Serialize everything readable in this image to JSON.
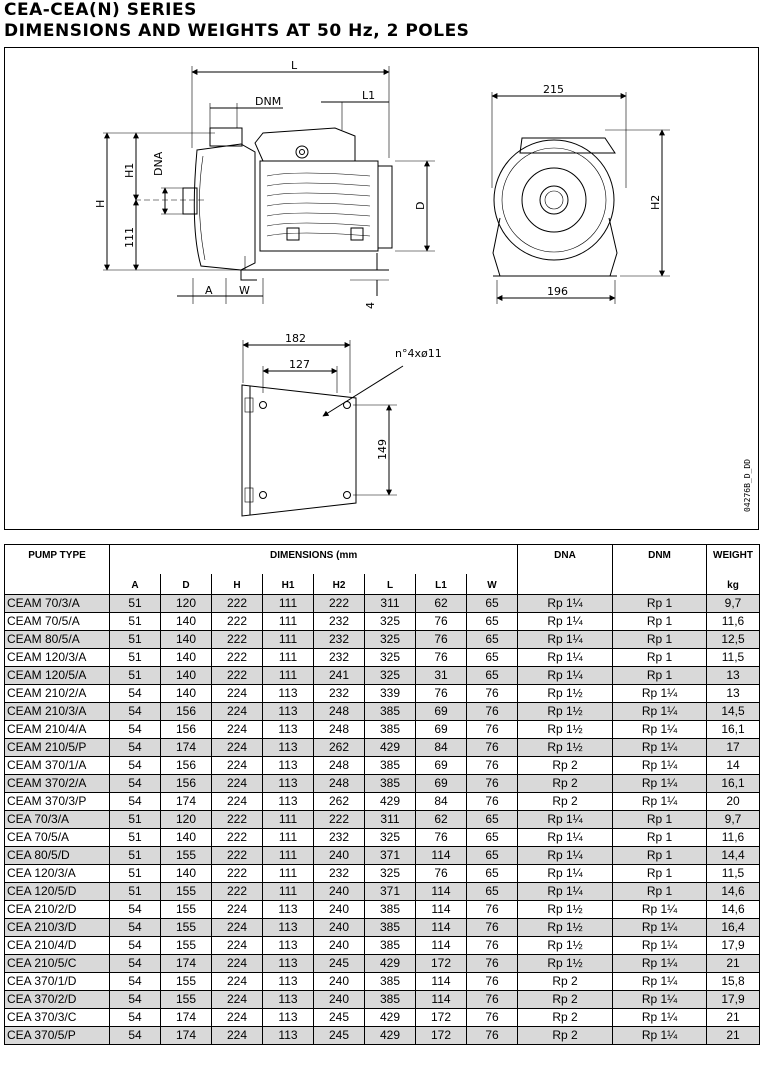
{
  "title": {
    "line1": "CEA-CEA(N)  SERIES",
    "line2": "DIMENSIONS AND WEIGHTS AT 50 Hz, 2 POLES"
  },
  "drawing": {
    "labels": {
      "L": "L",
      "DNM": "DNM",
      "L1": "L1",
      "DNA": "DNA",
      "H1": "H1",
      "H": "H",
      "n111": "111",
      "D": "D",
      "A": "A",
      "W": "W",
      "four": "4",
      "d215": "215",
      "H2": "H2",
      "d196": "196",
      "d182": "182",
      "d127": "127",
      "holes": "n°4xø11",
      "d149": "149"
    },
    "code": "04276B_D_DD"
  },
  "table": {
    "header_pump": "PUMP TYPE",
    "header_dims": "DIMENSIONS (mm",
    "header_dna": "DNA",
    "header_dnm": "DNM",
    "header_weight": "WEIGHT",
    "sub_headers": [
      "A",
      "D",
      "H",
      "H1",
      "H2",
      "L",
      "L1",
      "W"
    ],
    "weight_unit": "kg",
    "rows": [
      {
        "type": "CEAM 70/3/A",
        "A": "51",
        "D": "120",
        "H": "222",
        "H1": "111",
        "H2": "222",
        "L": "311",
        "L1": "62",
        "W": "65",
        "DNA": "Rp 1¼",
        "DNM": "Rp 1",
        "WT": "9,7"
      },
      {
        "type": "CEAM 70/5/A",
        "A": "51",
        "D": "140",
        "H": "222",
        "H1": "111",
        "H2": "232",
        "L": "325",
        "L1": "76",
        "W": "65",
        "DNA": "Rp 1¼",
        "DNM": "Rp 1",
        "WT": "11,6"
      },
      {
        "type": "CEAM 80/5/A",
        "A": "51",
        "D": "140",
        "H": "222",
        "H1": "111",
        "H2": "232",
        "L": "325",
        "L1": "76",
        "W": "65",
        "DNA": "Rp 1¼",
        "DNM": "Rp 1",
        "WT": "12,5"
      },
      {
        "type": "CEAM 120/3/A",
        "A": "51",
        "D": "140",
        "H": "222",
        "H1": "111",
        "H2": "232",
        "L": "325",
        "L1": "76",
        "W": "65",
        "DNA": "Rp 1¼",
        "DNM": "Rp 1",
        "WT": "11,5"
      },
      {
        "type": "CEAM 120/5/A",
        "A": "51",
        "D": "140",
        "H": "222",
        "H1": "111",
        "H2": "241",
        "L": "325",
        "L1": "31",
        "W": "65",
        "DNA": "Rp 1¼",
        "DNM": "Rp 1",
        "WT": "13"
      },
      {
        "type": "CEAM 210/2/A",
        "A": "54",
        "D": "140",
        "H": "224",
        "H1": "113",
        "H2": "232",
        "L": "339",
        "L1": "76",
        "W": "76",
        "DNA": "Rp 1½",
        "DNM": "Rp 1¼",
        "WT": "13"
      },
      {
        "type": "CEAM 210/3/A",
        "A": "54",
        "D": "156",
        "H": "224",
        "H1": "113",
        "H2": "248",
        "L": "385",
        "L1": "69",
        "W": "76",
        "DNA": "Rp 1½",
        "DNM": "Rp 1¼",
        "WT": "14,5"
      },
      {
        "type": "CEAM 210/4/A",
        "A": "54",
        "D": "156",
        "H": "224",
        "H1": "113",
        "H2": "248",
        "L": "385",
        "L1": "69",
        "W": "76",
        "DNA": "Rp 1½",
        "DNM": "Rp 1¼",
        "WT": "16,1"
      },
      {
        "type": "CEAM 210/5/P",
        "A": "54",
        "D": "174",
        "H": "224",
        "H1": "113",
        "H2": "262",
        "L": "429",
        "L1": "84",
        "W": "76",
        "DNA": "Rp 1½",
        "DNM": "Rp 1¼",
        "WT": "17"
      },
      {
        "type": "CEAM 370/1/A",
        "A": "54",
        "D": "156",
        "H": "224",
        "H1": "113",
        "H2": "248",
        "L": "385",
        "L1": "69",
        "W": "76",
        "DNA": "Rp 2",
        "DNM": "Rp 1¼",
        "WT": "14"
      },
      {
        "type": "CEAM 370/2/A",
        "A": "54",
        "D": "156",
        "H": "224",
        "H1": "113",
        "H2": "248",
        "L": "385",
        "L1": "69",
        "W": "76",
        "DNA": "Rp 2",
        "DNM": "Rp 1¼",
        "WT": "16,1"
      },
      {
        "type": "CEAM 370/3/P",
        "A": "54",
        "D": "174",
        "H": "224",
        "H1": "113",
        "H2": "262",
        "L": "429",
        "L1": "84",
        "W": "76",
        "DNA": "Rp 2",
        "DNM": "Rp 1¼",
        "WT": "20"
      },
      {
        "type": "CEA 70/3/A",
        "A": "51",
        "D": "120",
        "H": "222",
        "H1": "111",
        "H2": "222",
        "L": "311",
        "L1": "62",
        "W": "65",
        "DNA": "Rp 1¼",
        "DNM": "Rp 1",
        "WT": "9,7"
      },
      {
        "type": "CEA 70/5/A",
        "A": "51",
        "D": "140",
        "H": "222",
        "H1": "111",
        "H2": "232",
        "L": "325",
        "L1": "76",
        "W": "65",
        "DNA": "Rp 1¼",
        "DNM": "Rp 1",
        "WT": "11,6"
      },
      {
        "type": "CEA 80/5/D",
        "A": "51",
        "D": "155",
        "H": "222",
        "H1": "111",
        "H2": "240",
        "L": "371",
        "L1": "114",
        "W": "65",
        "DNA": "Rp 1¼",
        "DNM": "Rp 1",
        "WT": "14,4"
      },
      {
        "type": "CEA 120/3/A",
        "A": "51",
        "D": "140",
        "H": "222",
        "H1": "111",
        "H2": "232",
        "L": "325",
        "L1": "76",
        "W": "65",
        "DNA": "Rp 1¼",
        "DNM": "Rp 1",
        "WT": "11,5"
      },
      {
        "type": "CEA 120/5/D",
        "A": "51",
        "D": "155",
        "H": "222",
        "H1": "111",
        "H2": "240",
        "L": "371",
        "L1": "114",
        "W": "65",
        "DNA": "Rp 1¼",
        "DNM": "Rp 1",
        "WT": "14,6"
      },
      {
        "type": "CEA 210/2/D",
        "A": "54",
        "D": "155",
        "H": "224",
        "H1": "113",
        "H2": "240",
        "L": "385",
        "L1": "114",
        "W": "76",
        "DNA": "Rp 1½",
        "DNM": "Rp 1¼",
        "WT": "14,6"
      },
      {
        "type": "CEA 210/3/D",
        "A": "54",
        "D": "155",
        "H": "224",
        "H1": "113",
        "H2": "240",
        "L": "385",
        "L1": "114",
        "W": "76",
        "DNA": "Rp 1½",
        "DNM": "Rp 1¼",
        "WT": "16,4"
      },
      {
        "type": "CEA 210/4/D",
        "A": "54",
        "D": "155",
        "H": "224",
        "H1": "113",
        "H2": "240",
        "L": "385",
        "L1": "114",
        "W": "76",
        "DNA": "Rp 1½",
        "DNM": "Rp 1¼",
        "WT": "17,9"
      },
      {
        "type": "CEA 210/5/C",
        "A": "54",
        "D": "174",
        "H": "224",
        "H1": "113",
        "H2": "245",
        "L": "429",
        "L1": "172",
        "W": "76",
        "DNA": "Rp 1½",
        "DNM": "Rp 1¼",
        "WT": "21"
      },
      {
        "type": "CEA 370/1/D",
        "A": "54",
        "D": "155",
        "H": "224",
        "H1": "113",
        "H2": "240",
        "L": "385",
        "L1": "114",
        "W": "76",
        "DNA": "Rp 2",
        "DNM": "Rp 1¼",
        "WT": "15,8"
      },
      {
        "type": "CEA 370/2/D",
        "A": "54",
        "D": "155",
        "H": "224",
        "H1": "113",
        "H2": "240",
        "L": "385",
        "L1": "114",
        "W": "76",
        "DNA": "Rp 2",
        "DNM": "Rp 1¼",
        "WT": "17,9"
      },
      {
        "type": "CEA 370/3/C",
        "A": "54",
        "D": "174",
        "H": "224",
        "H1": "113",
        "H2": "245",
        "L": "429",
        "L1": "172",
        "W": "76",
        "DNA": "Rp 2",
        "DNM": "Rp 1¼",
        "WT": "21"
      },
      {
        "type": "CEA 370/5/P",
        "A": "54",
        "D": "174",
        "H": "224",
        "H1": "113",
        "H2": "245",
        "L": "429",
        "L1": "172",
        "W": "76",
        "DNA": "Rp 2",
        "DNM": "Rp 1¼",
        "WT": "21"
      }
    ]
  }
}
